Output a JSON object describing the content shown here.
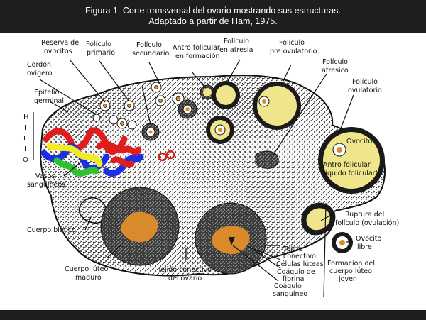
{
  "caption": {
    "line1": "Figura 1. Corte transversal del ovario mostrando sus estructuras.",
    "line2": "Adaptado a partir de Ham, 1975."
  },
  "hilio": [
    "H",
    "I",
    "L",
    "I",
    "O"
  ],
  "labels": {
    "reserva_1": "Reserva de",
    "reserva_2": "ovocitos",
    "cordon_1": "Cordón",
    "cordon_2": "ovígero",
    "epitelio_1": "Epitelio",
    "epitelio_2": "germinal",
    "primario_1": "Folículo",
    "primario_2": "primario",
    "secundario_1": "Folículo",
    "secundario_2": "secundario",
    "antro_form_1": "Antro folicular",
    "antro_form_2": "en formación",
    "atresia_1": "Folículo",
    "atresia_2": "en atresia",
    "preov_1": "Folículo",
    "preov_2": "pre ovulatorio",
    "atresico_1": "Folículo",
    "atresico_2": "atresico",
    "ovulatorio_1": "Folículo",
    "ovulatorio_2": "ovulatorio",
    "ovocito": "Ovocito",
    "antro_liq_1": "Antro folicular",
    "antro_liq_2": "(líquido folicular)",
    "vasos_1": "Vasos",
    "vasos_2": "sanguíneos",
    "blanco": "Cuerpo blanco",
    "ruptura_1": "Ruptura del",
    "ruptura_2": "folículo (ovulación)",
    "ovocito_libre_1": "Ovocito",
    "ovocito_libre_2": "libre",
    "luteo_maduro_1": "Cuerpo lúteo",
    "luteo_maduro_2": "maduro",
    "tejido_ovario_1": "Tejido conectivo",
    "tejido_ovario_2": "del ovario",
    "tejido_1": "Tejido",
    "tejido_2": "conectivo",
    "celulas": "Células lúteas",
    "coag_fibrina_1": "Coágulo de",
    "coag_fibrina_2": "fibrina",
    "coag_sang_1": "Coágulo",
    "coag_sang_2": "sanguíneo",
    "luteo_joven_1": "Formación del",
    "luteo_joven_2": "cuerpo lúteo",
    "luteo_joven_3": "joven"
  },
  "colors": {
    "follicle_fluid": "#efe58a",
    "corpus_luteum": "#d98a2a",
    "vessel_red": "#e01c1c",
    "vessel_blue": "#1c2fe0",
    "vessel_yellow": "#f3ea22",
    "vessel_green": "#2ec22e"
  }
}
